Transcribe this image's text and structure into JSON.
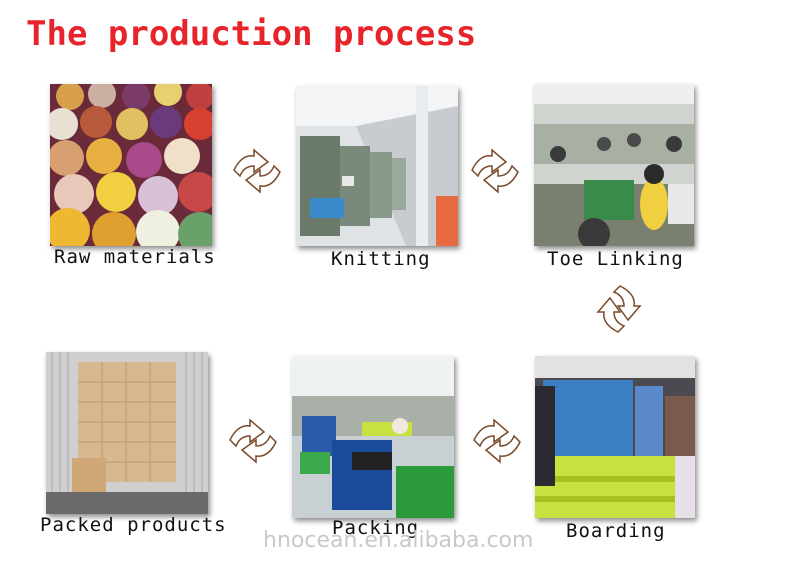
{
  "title": "The production process",
  "steps": [
    {
      "label": "Raw materials"
    },
    {
      "label": "Knitting"
    },
    {
      "label": "Toe Linking"
    },
    {
      "label": "Boarding"
    },
    {
      "label": "Packing"
    },
    {
      "label": "Packed products"
    }
  ],
  "watermark": "hnocean.en.alibaba.com",
  "colors": {
    "title": "#e8242b",
    "label": "#111111",
    "arrow_outline": "#7a4a2a"
  }
}
